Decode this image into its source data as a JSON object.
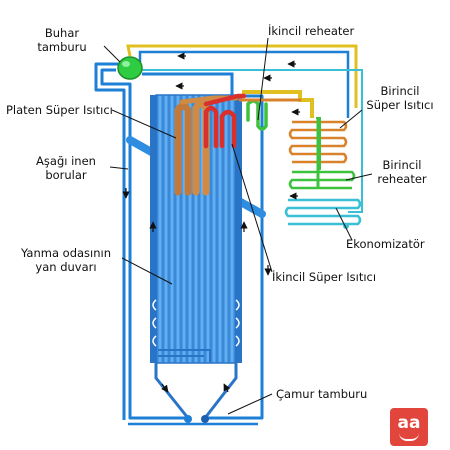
{
  "labels": {
    "steam_drum": [
      "Buhar",
      "tamburu"
    ],
    "secondary_reheater": "İkincil reheater",
    "primary_superheater": [
      "Birincil",
      "Süper Isıtıcı"
    ],
    "platen_superheater": "Platen Süper Isıtıcı",
    "downcomers": [
      "Aşağı inen",
      "borular"
    ],
    "primary_reheater": [
      "Birincil",
      "reheater"
    ],
    "economizer": "Ekonomizatör",
    "furnace_wall": [
      "Yanma odasının",
      "yan duvarı"
    ],
    "secondary_superheater": "İkincil Süper Isıtıcı",
    "mud_drum": "Çamur tamburu"
  },
  "logo": {
    "text": "aa"
  },
  "colors": {
    "water_pipe": "#1e7fd6",
    "furnace_wall": "#3d8fe0",
    "steam_drum": "#2ecc40",
    "superheater_green": "#3cc23c",
    "reheater_orange": "#d9822b",
    "secondary_red": "#d9302c",
    "yellow_pipe": "#e0c020",
    "economizer_cyan": "#39c0d6",
    "logo_red": "#e2453c"
  }
}
